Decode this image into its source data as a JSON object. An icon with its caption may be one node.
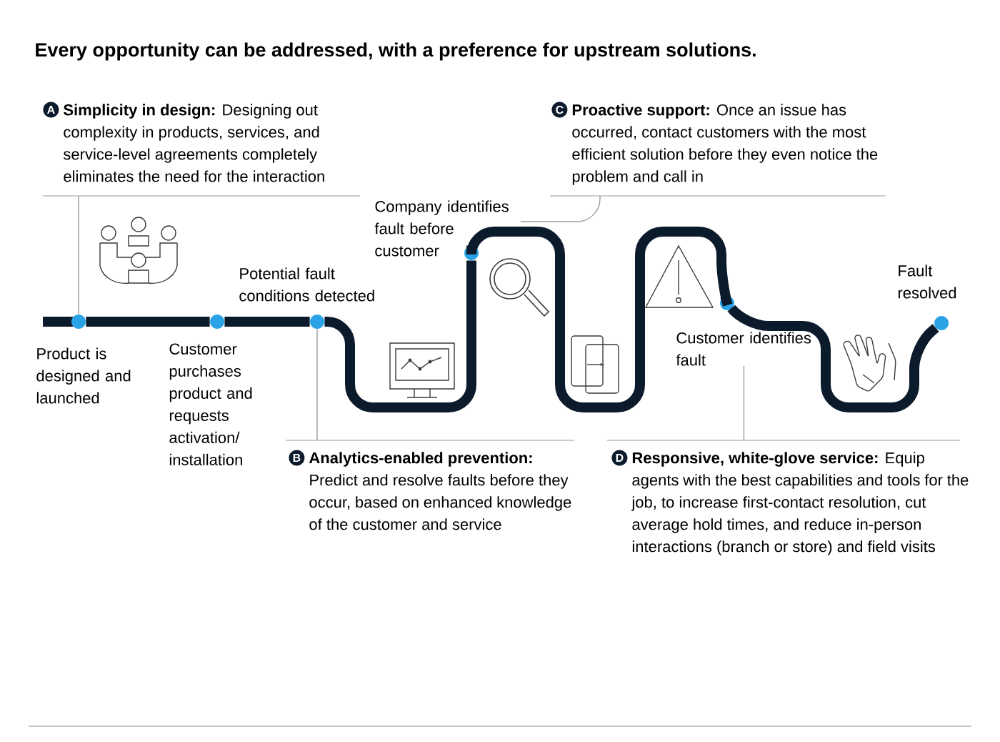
{
  "diagram": {
    "title": "Every opportunity can be addressed, with a preference for upstream solutions.",
    "nodes": [
      {
        "text": [
          "A",
          "**Simplicity in design:** Designing out complexity in products, services, and service-level agreements completely eliminates the need for the interaction"
        ]
      },
      {
        "text": [
          "C",
          "**Proactive support:** Once an issue has occurred, contact customers with the most efficient solution before they even notice the problem and call in"
        ]
      },
      {
        "text": [
          "Company identifies fault before customer"
        ]
      },
      {
        "text": [
          "Potential fault conditions detected"
        ]
      },
      {
        "text": [
          "Fault resolved"
        ]
      },
      {
        "text": [],
        "shape": "circle"
      },
      {
        "text": [],
        "shape": "circle"
      },
      {
        "text": [],
        "shape": "circle"
      },
      {
        "text": [],
        "shape": "circle"
      },
      {
        "text": [],
        "shape": "circle"
      },
      {
        "text": [],
        "shape": "circle"
      },
      {
        "text": [
          "Product is designed and launched"
        ]
      },
      {
        "text": [
          "Customer purchases product and requests activation/ installation"
        ]
      },
      {
        "text": [
          "Customer identifies fault"
        ]
      },
      {
        "text": [
          "B",
          "**Analytics-enabled prevention:** Predict and resolve faults before they occur, based on enhanced knowledge of the customer and service"
        ]
      },
      {
        "text": [
          "D",
          "**Responsive, white-glove service:** Equip agents with the best capabilities and tools for the job, to increase first-contact resolution, cut average hold times, and reduce in-person interactions (branch or store) and field visits"
        ]
      }
    ],
    "edges": [
      {
        "from": 0,
        "to": 5,
        "arrow": "none",
        "color": "#9a9a9a"
      },
      {
        "from": 1,
        "to": 2,
        "arrow": "none",
        "color": "#9a9a9a"
      },
      {
        "from": 14,
        "to": 7,
        "arrow": "none",
        "color": "#9a9a9a"
      },
      {
        "from": 15,
        "to": 13,
        "arrow": "none",
        "color": "#9a9a9a"
      },
      {
        "from": 5,
        "to": 6,
        "arrow": "none"
      },
      {
        "from": 6,
        "to": 7,
        "arrow": "none"
      },
      {
        "from": 7,
        "to": 8,
        "arrow": "none"
      },
      {
        "from": 8,
        "to": 9,
        "arrow": "none"
      },
      {
        "from": 9,
        "to": 10,
        "arrow": "none"
      }
    ]
  }
}
